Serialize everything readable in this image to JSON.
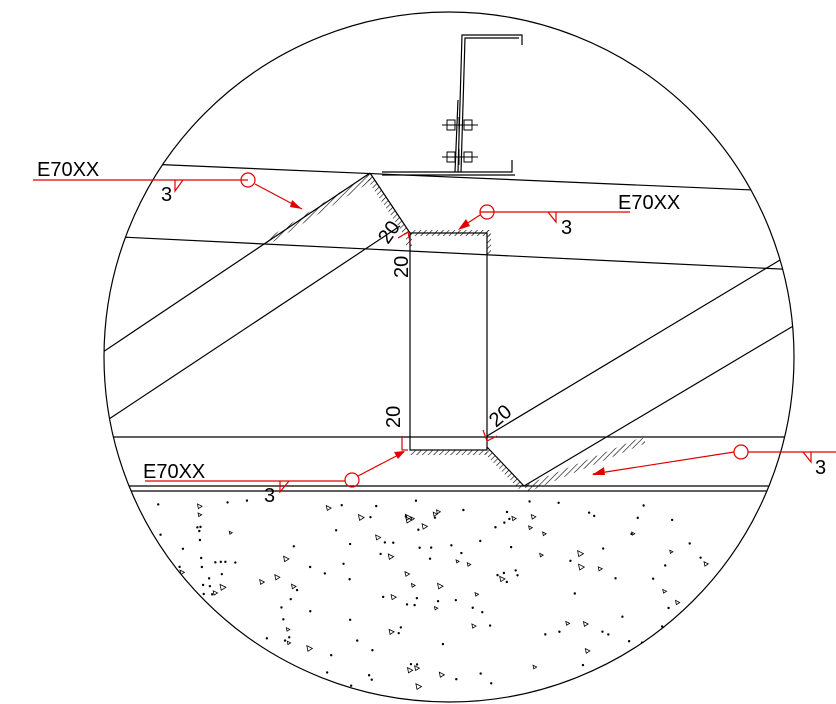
{
  "drawing": {
    "weld_electrode": "E70XX",
    "weld_size": "3",
    "dimension": "20"
  }
}
